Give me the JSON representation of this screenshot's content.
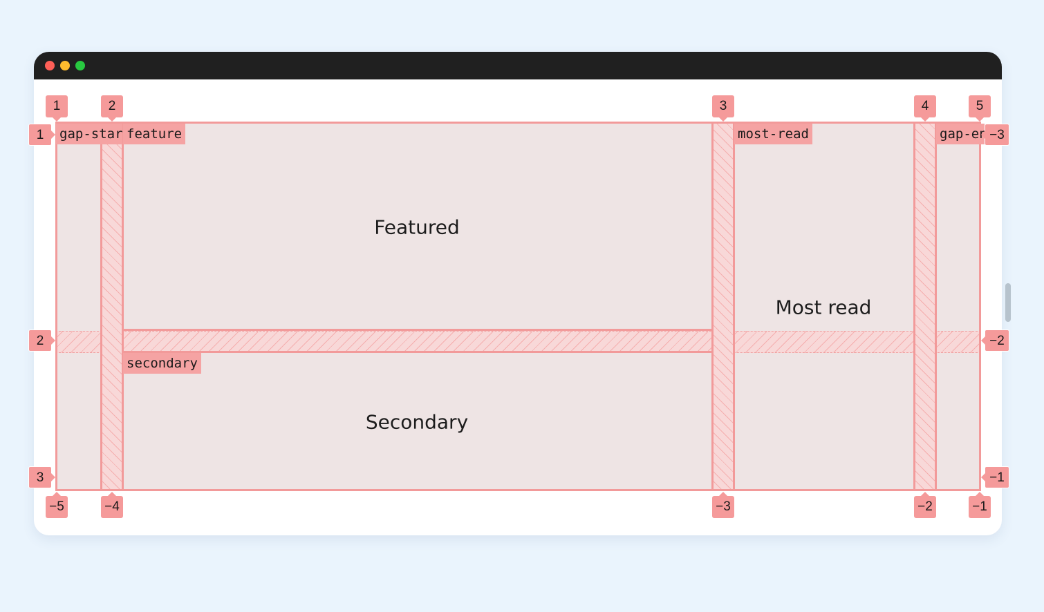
{
  "window": {
    "controls": [
      "close-dot",
      "minimize-dot",
      "zoom-dot"
    ]
  },
  "areas": {
    "featured": {
      "title": "Featured",
      "name": "feature"
    },
    "secondary": {
      "title": "Secondary",
      "name": "secondary"
    },
    "most_read": {
      "title": "Most read",
      "name": "most-read"
    },
    "gap_start": {
      "name": "gap-start"
    },
    "gap_end": {
      "name": "gap-end"
    }
  },
  "column_lines": {
    "top": [
      "1",
      "2",
      "3",
      "4",
      "5"
    ],
    "bottom": [
      "−5",
      "−4",
      "−3",
      "−2",
      "−1"
    ]
  },
  "row_lines": {
    "left": [
      "1",
      "2",
      "3"
    ],
    "right": [
      "−3",
      "−2",
      "−1"
    ]
  },
  "colors": {
    "page_background": "#eaf4fd",
    "titlebar": "#202020",
    "overlay_accent": "#f29a9a",
    "area_fill": "#eee4e4"
  }
}
